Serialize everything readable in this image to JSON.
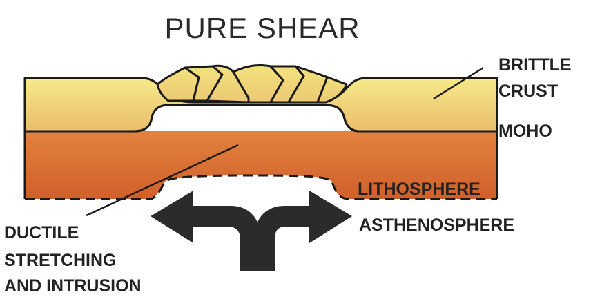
{
  "title": "PURE SHEAR",
  "labels": {
    "brittle_crust_line1": "BRITTLE",
    "brittle_crust_line2": "CRUST",
    "moho": "MOHO",
    "lithosphere": "LITHOSPHERE",
    "asthenosphere": "ASTHENOSPHERE",
    "ductile_line1": "DUCTILE",
    "ductile_line2": "STRETCHING",
    "ductile_line3": "AND INTRUSION"
  },
  "colors": {
    "crust_top": "#f4e27a",
    "crust_bottom": "#e8b86a",
    "mantle_top": "#e07a3a",
    "mantle_bottom": "#d2602c",
    "outline": "#1a1a1a",
    "arrow": "#2b2b2b"
  }
}
